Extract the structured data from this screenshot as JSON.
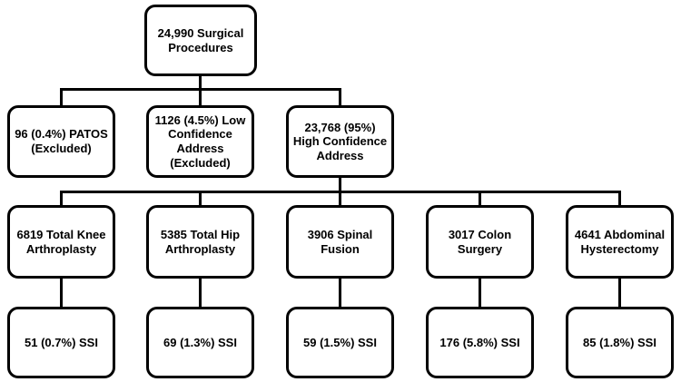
{
  "flowchart": {
    "root": {
      "label": "24,990 Surgical\nProcedures"
    },
    "triage": [
      {
        "label": "96 (0.4%) PATOS\n(Excluded)"
      },
      {
        "label": "1126 (4.5%) Low\nConfidence\nAddress\n(Excluded)"
      },
      {
        "label": "23,768 (95%)\nHigh Confidence\nAddress"
      }
    ],
    "procedures": [
      {
        "label": "6819 Total Knee\nArthroplasty",
        "ssi_label": "51 (0.7%) SSI"
      },
      {
        "label": "5385 Total Hip\nArthroplasty",
        "ssi_label": "69 (1.3%) SSI"
      },
      {
        "label": "3906 Spinal\nFusion",
        "ssi_label": "59 (1.5%) SSI"
      },
      {
        "label": "3017 Colon\nSurgery",
        "ssi_label": "176 (5.8%) SSI"
      },
      {
        "label": "4641 Abdominal\nHysterectomy",
        "ssi_label": "85 (1.8%) SSI"
      }
    ],
    "colors": {
      "line": "#000000",
      "background": "#ffffff",
      "text": "#000000"
    }
  }
}
